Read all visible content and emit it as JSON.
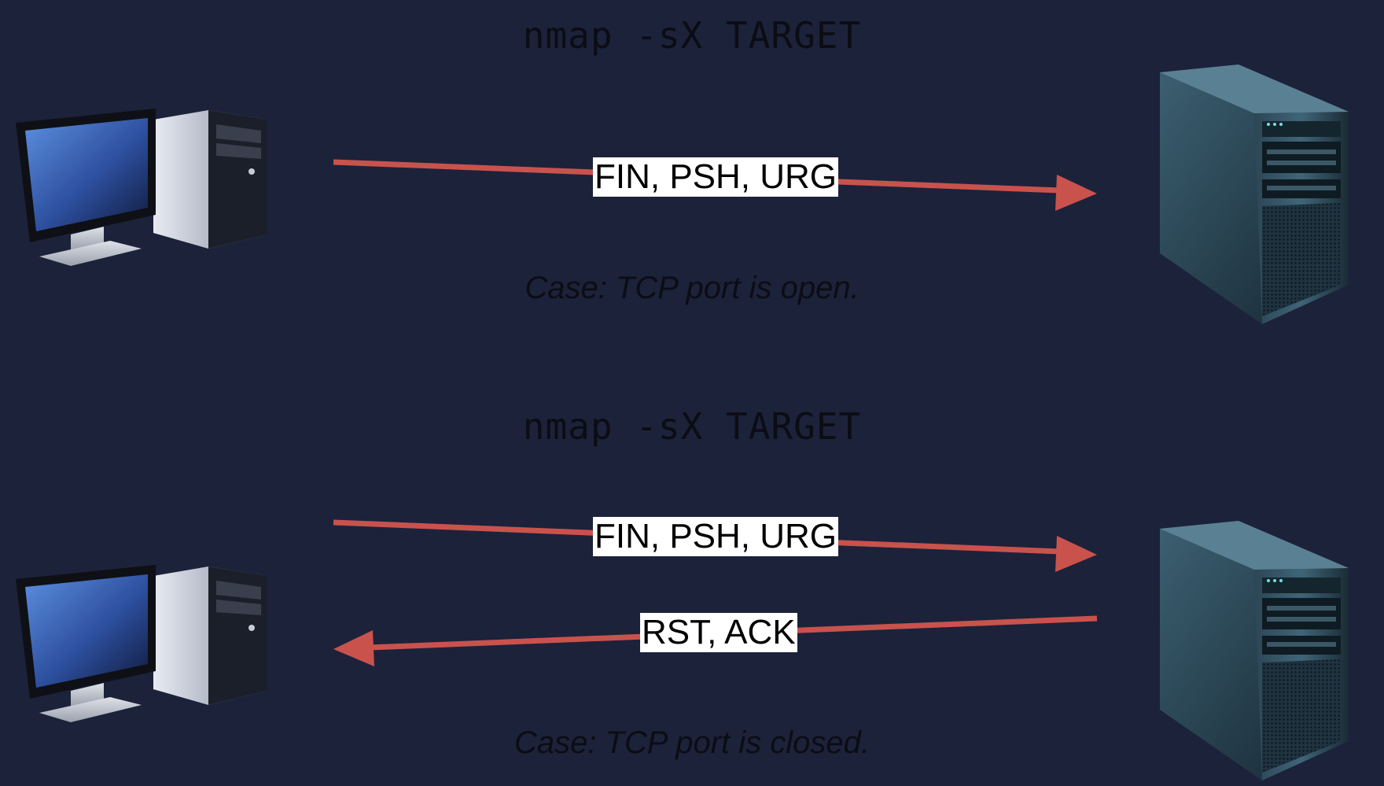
{
  "colors": {
    "background": "#1c223a",
    "arrow": "#c9524d",
    "label_bg": "#ffffff",
    "text": "#0b0d14"
  },
  "scenarios": [
    {
      "command": "nmap -sX TARGET",
      "probe_flags": "FIN, PSH, URG",
      "caption": "Case: TCP port is open."
    },
    {
      "command": "nmap -sX TARGET",
      "probe_flags": "FIN, PSH, URG",
      "response_flags": "RST, ACK",
      "caption": "Case: TCP port is closed."
    }
  ],
  "icons": {
    "client": "desktop-computer-icon",
    "server": "server-tower-icon"
  }
}
